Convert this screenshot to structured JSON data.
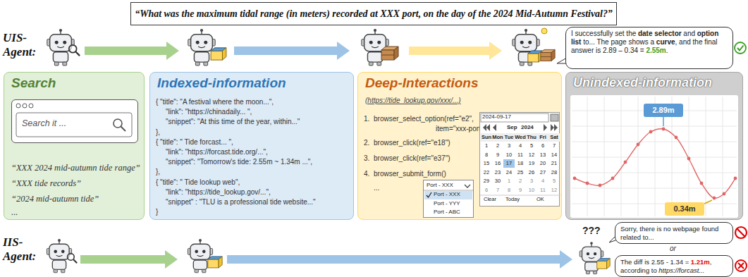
{
  "diagram": {
    "title": "“What was the maximum tidal range (in meters) recorded at XXX port, on the day of the 2024 Mid-Autumn Festival?”",
    "nodes": [
      {
        "text": [
          "Search",
          "“XXX 2024 mid-autumn tide range”",
          "“XXX tide records”",
          "“2024 mid-autumn tide”",
          "..."
        ]
      },
      {
        "text": [
          "Search it ..."
        ],
        "in": 0
      },
      {
        "text": [
          "Indexed-information",
          "{ \"title\": \"A festival where the moon...\",",
          "\"link\": \"https://chinadaily... \",",
          "\"snippet\": \"At this time of the year, within...\"",
          "},",
          "{ \"title\": \" Tide forcast... \",",
          "\"link\": \"https://forcast.tide.org/...\",",
          "\"snippet\": \"Tomorrow's tide: 2.55m ~ 1.34m ...\",",
          "},",
          "{ \"title\": \" Tide lookup web\",",
          "\"link\": \"https://tide_lookup.gov/...\",",
          "\"snippet\" : \"TLU is a professional tide website...\"",
          "}"
        ]
      },
      {
        "text": [
          "Deep-Interactions",
          "(https://tide_lookup.gov/xxx/...)",
          "1.",
          "browser_select_option(ref=\"e2\",",
          "item=\"xxx-port\")",
          "2.",
          "browser_click(ref=\"e18\")",
          "3.",
          "browser_click(ref=\"e37\")",
          "4.",
          "browser_submit_form()",
          "..."
        ]
      },
      {
        "text": [
          "2024-09-17",
          "Sep",
          "2024",
          "Sun",
          "Mon",
          "Tue",
          "Wed",
          "Thu",
          "Fri",
          "Sat",
          "1",
          "2",
          "3",
          "4",
          "5",
          "6",
          "7",
          "8",
          "9",
          "10",
          "11",
          "12",
          "13",
          "14",
          "15",
          "16",
          "17",
          "18",
          "19",
          "20",
          "21",
          "22",
          "23",
          "24",
          "25",
          "26",
          "27",
          "28",
          "29",
          "30",
          "1",
          "2",
          "3",
          "4",
          "5",
          "6",
          "7",
          "8",
          "9",
          "10",
          "11",
          "12",
          "Clear",
          "Today",
          "OK"
        ],
        "in": 3
      },
      {
        "text": [
          "Port - XXX",
          "Port - XXX",
          "Port - YYY",
          "Port - ABC"
        ],
        "in": 3
      },
      {
        "text": [
          "Unindexed-information"
        ]
      },
      {
        "text": [
          "2.89m"
        ],
        "in": 6
      },
      {
        "text": [
          "0.34m"
        ],
        "in": 6
      },
      {
        "text": [
          "I successfully set the",
          "date selector",
          "and",
          "option list",
          "to... The page shows a",
          "curve",
          ", and the final answer is 2.89 – 0.34 =",
          "2.55m",
          "."
        ]
      },
      {
        "text": [
          "Sorry, there is no webpage found related to..."
        ]
      },
      {
        "text": [
          "The diff is 2.55 - 1.34 =",
          "1.21m",
          ", according to",
          "https://forcast..."
        ]
      }
    ],
    "labels": [
      "UIS-Agent:",
      "IIS-Agent:",
      "???",
      "or"
    ]
  }
}
